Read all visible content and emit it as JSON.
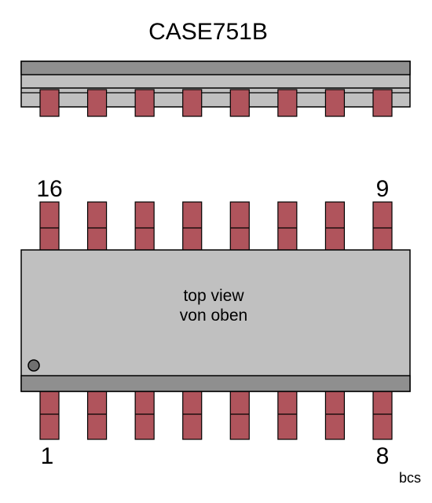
{
  "title": "CASE751B",
  "top_view_text": "top view",
  "german_text": "von oben",
  "pin_first_top": "16",
  "pin_last_top": "9",
  "pin_first_bottom": "1",
  "pin_last_bottom": "8",
  "credit": "bcs",
  "pins_per_side": 8,
  "colors": {
    "body": "#c0c0c0",
    "body_dark": "#888888",
    "lead": "#b0545c",
    "outline": "#000000",
    "dot": "#707070"
  }
}
